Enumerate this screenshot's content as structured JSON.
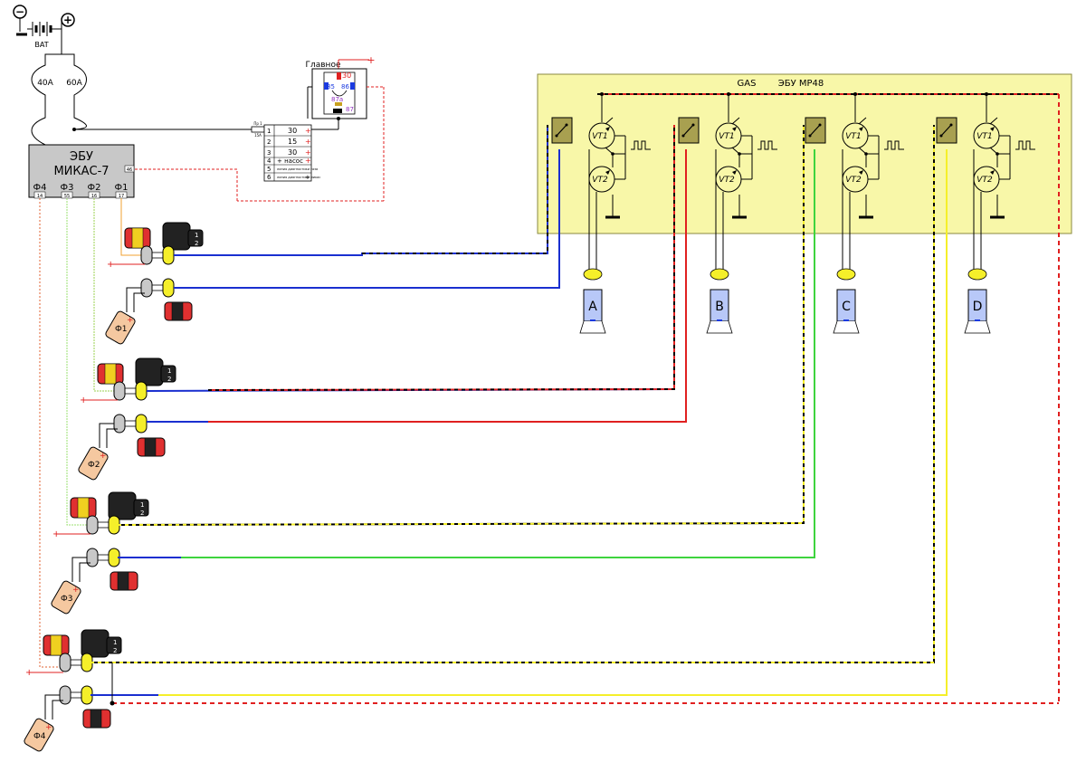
{
  "battery": {
    "minus": "−",
    "plus": "+",
    "label": "BAT"
  },
  "fuses": [
    "40A",
    "60A"
  ],
  "relay": {
    "title": "Главное",
    "plus": "+",
    "pins": {
      "p30": "30",
      "p85": "85",
      "p86": "86",
      "p87a": "87a",
      "p87": "87"
    }
  },
  "fuse_block": {
    "tag": "Пр 1",
    "tag2": "15A",
    "rows": [
      {
        "num": "1",
        "text": "30",
        "sign": "+"
      },
      {
        "num": "2",
        "text": "15",
        "sign": "+"
      },
      {
        "num": "3",
        "text": "30",
        "sign": "+"
      },
      {
        "num": "4",
        "text": "+ насос",
        "sign": "+"
      },
      {
        "num": "5",
        "text": "линия диагностики газа",
        "sign": ""
      },
      {
        "num": "6",
        "text": "линия диагностики микас",
        "sign": "+"
      }
    ]
  },
  "ecu": {
    "title": "ЭБУ",
    "name": "МИКАС-7",
    "pin_aux": "46",
    "outputs": [
      {
        "label": "Ф4",
        "pin": "14"
      },
      {
        "label": "Ф3",
        "pin": "55"
      },
      {
        "label": "Ф2",
        "pin": "16"
      },
      {
        "label": "Ф1",
        "pin": "17"
      }
    ]
  },
  "gas_ecu": {
    "label_gas": "GAS",
    "label_ecu": "ЭБУ MP48",
    "channels": [
      {
        "injector": "A",
        "vt1": "VT1",
        "vt2": "VT2"
      },
      {
        "injector": "B",
        "vt1": "VT1",
        "vt2": "VT2"
      },
      {
        "injector": "C",
        "vt1": "VT1",
        "vt2": "VT2"
      },
      {
        "injector": "D",
        "vt1": "VT1",
        "vt2": "VT2"
      }
    ]
  },
  "harness": {
    "plus": "+",
    "pin1": "1",
    "pin2": "2",
    "injectors": [
      "Ф1",
      "Ф2",
      "Ф3",
      "Ф4"
    ]
  },
  "colors": {
    "gas_panel": "#f8f7a8",
    "ecu_box": "#c8c8c8",
    "blue": "#1a2fd0",
    "red": "#e02020",
    "green": "#3ed43e",
    "yellow": "#f5ef2a",
    "orange_wire": "#f0a030",
    "relay_blue": "#1a3ae0"
  }
}
